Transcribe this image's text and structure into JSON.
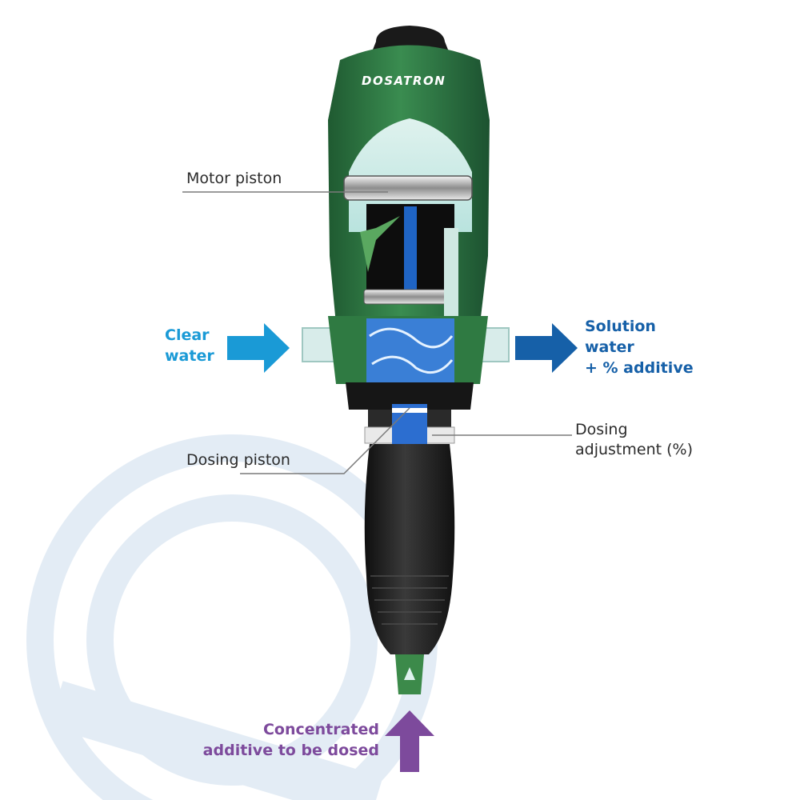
{
  "brand": {
    "name": "DOSATRON"
  },
  "labels": {
    "motor_piston": "Motor piston",
    "dosing_piston": "Dosing piston",
    "dosing_adjustment": [
      "Dosing",
      "adjustment (%)"
    ]
  },
  "flows": {
    "clear_water": [
      "Clear",
      "water"
    ],
    "solution_water": [
      "Solution",
      "water",
      "+ % additive"
    ],
    "concentrated_additive": [
      "Concentrated",
      "additive to be dosed"
    ]
  },
  "colors": {
    "clear_water": "#1a9ad6",
    "solution_water": "#1660a8",
    "concentrated_additive": "#7d4a9c",
    "housing_green": "#2f7a42",
    "body_black": "#1c1c1c",
    "background_logo": "#e3ecf5"
  },
  "icons": {
    "clear_water_arrow": "arrow-right-icon",
    "solution_water_arrow": "arrow-right-icon",
    "additive_arrow": "arrow-up-icon"
  }
}
